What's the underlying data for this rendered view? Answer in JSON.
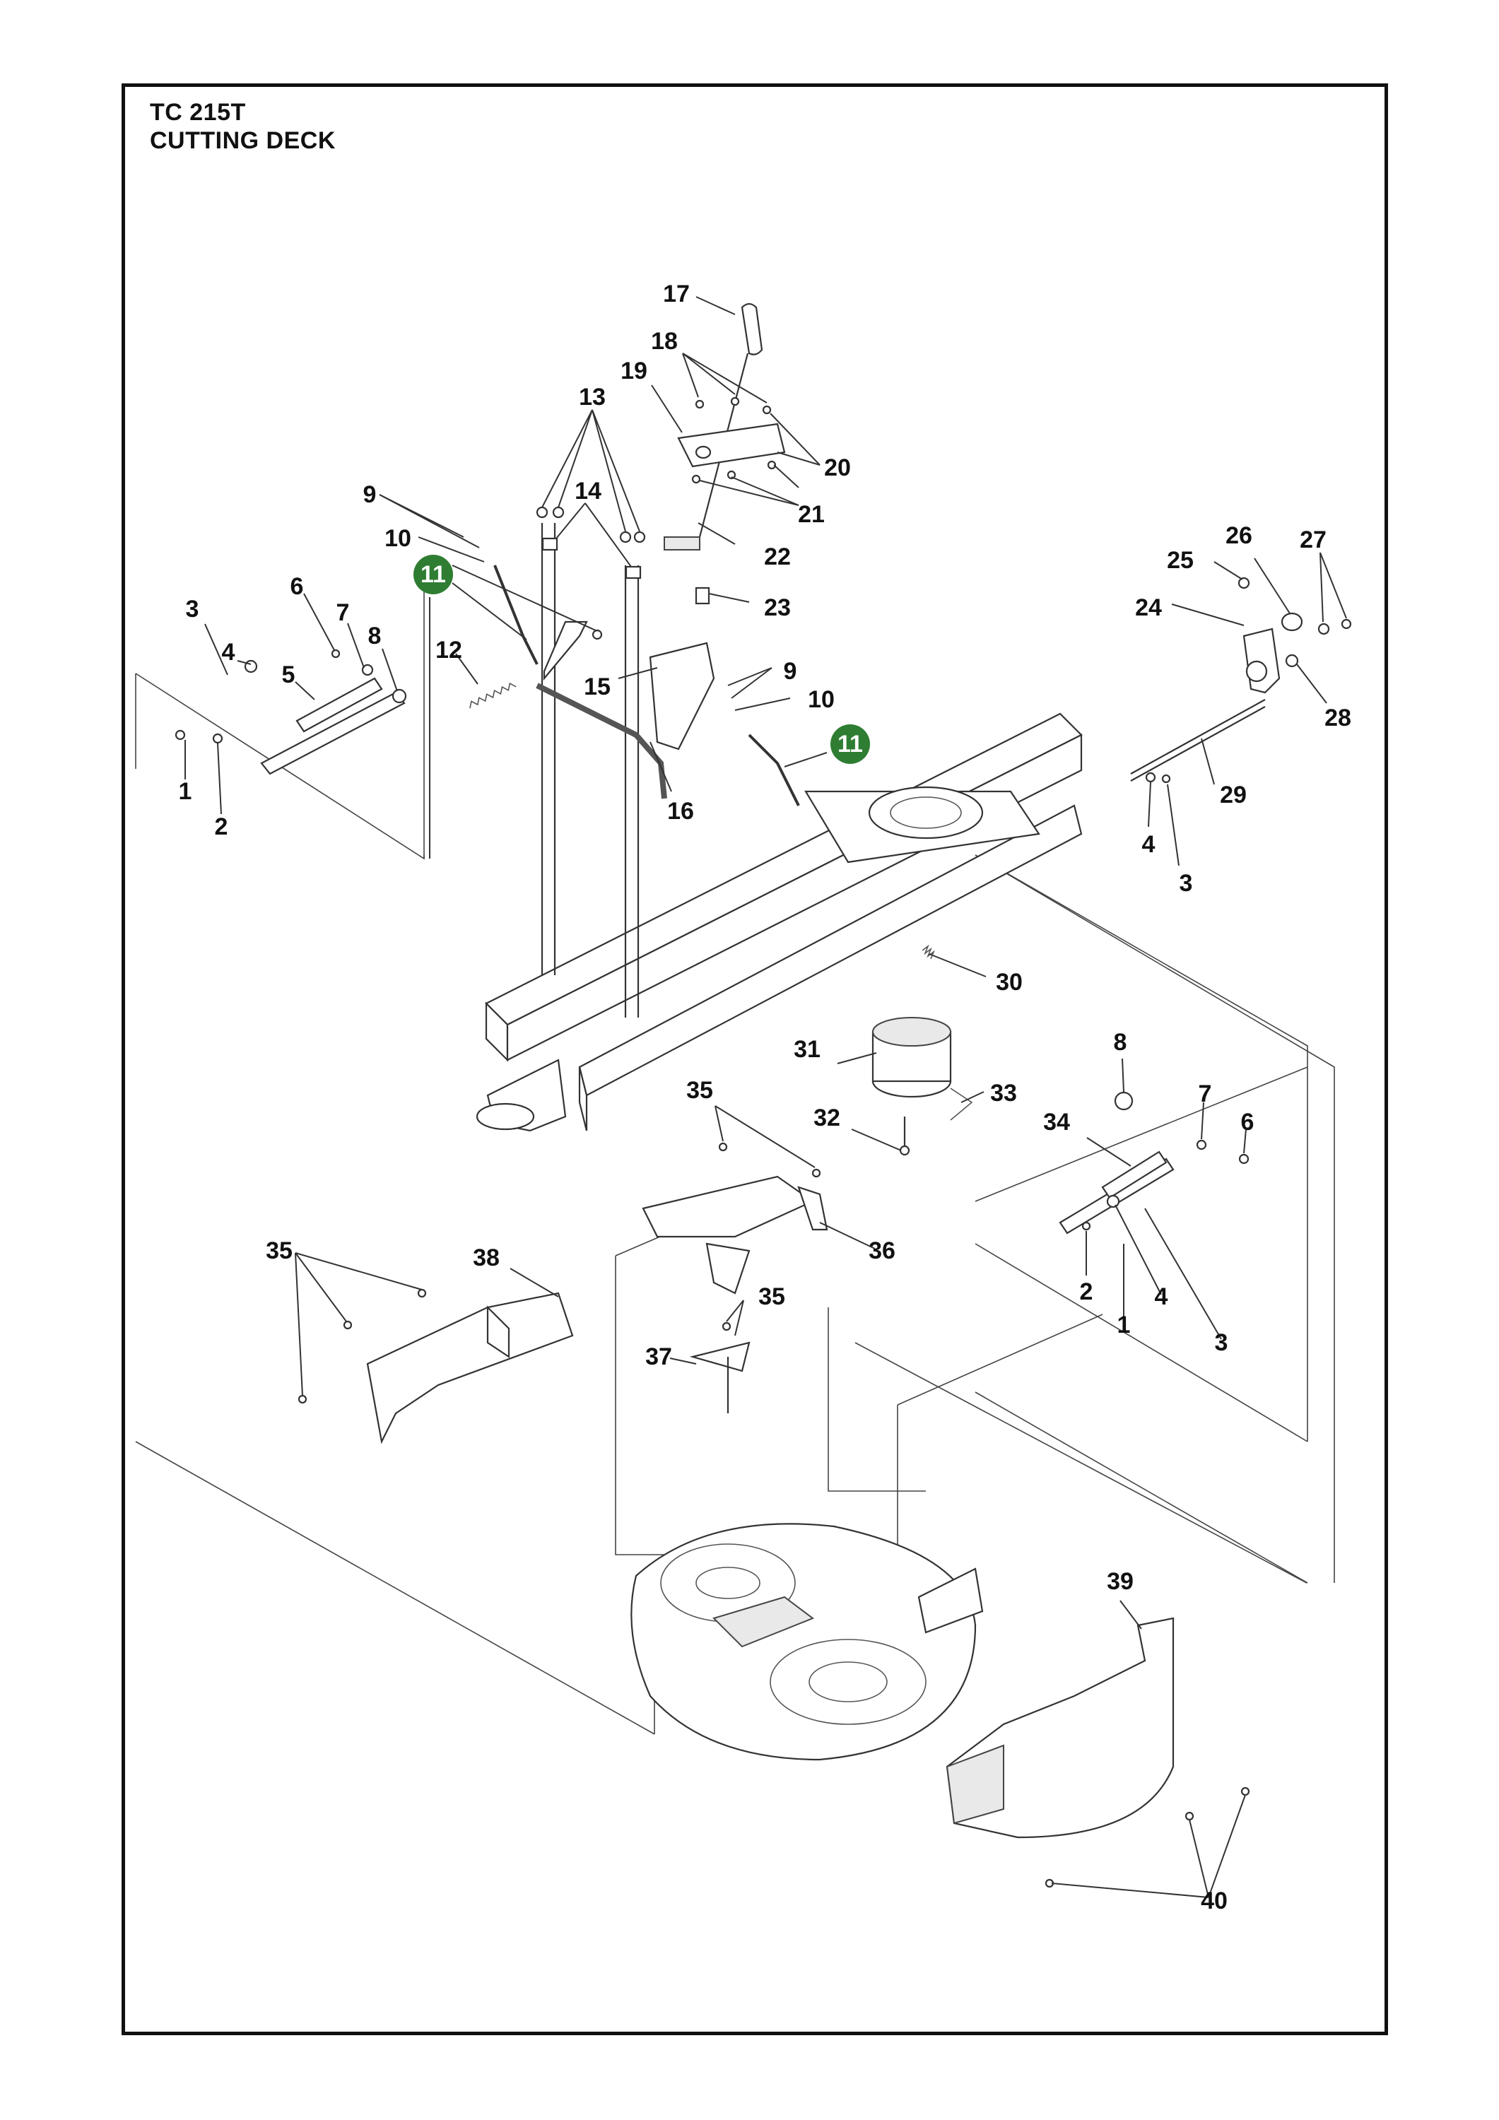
{
  "header": {
    "model": "TC 215T",
    "section": "CUTTING DECK"
  },
  "colors": {
    "frame": "#111111",
    "highlight_badge": "#2e7d32",
    "line": "#333333"
  },
  "callouts": [
    {
      "id": "c1a",
      "text": "1"
    },
    {
      "id": "c2a",
      "text": "2"
    },
    {
      "id": "c3a",
      "text": "3"
    },
    {
      "id": "c4a",
      "text": "4"
    },
    {
      "id": "c5",
      "text": "5"
    },
    {
      "id": "c6a",
      "text": "6"
    },
    {
      "id": "c7a",
      "text": "7"
    },
    {
      "id": "c8a",
      "text": "8"
    },
    {
      "id": "c9a",
      "text": "9"
    },
    {
      "id": "c10a",
      "text": "10"
    },
    {
      "id": "c11a",
      "text": "11",
      "highlight": true
    },
    {
      "id": "c12",
      "text": "12"
    },
    {
      "id": "c13",
      "text": "13"
    },
    {
      "id": "c14",
      "text": "14"
    },
    {
      "id": "c15",
      "text": "15"
    },
    {
      "id": "c16",
      "text": "16"
    },
    {
      "id": "c17",
      "text": "17"
    },
    {
      "id": "c18",
      "text": "18"
    },
    {
      "id": "c19",
      "text": "19"
    },
    {
      "id": "c20",
      "text": "20"
    },
    {
      "id": "c21",
      "text": "21"
    },
    {
      "id": "c22",
      "text": "22"
    },
    {
      "id": "c23",
      "text": "23"
    },
    {
      "id": "c9b",
      "text": "9"
    },
    {
      "id": "c10b",
      "text": "10"
    },
    {
      "id": "c11b",
      "text": "11",
      "highlight": true
    },
    {
      "id": "c24",
      "text": "24"
    },
    {
      "id": "c25",
      "text": "25"
    },
    {
      "id": "c26",
      "text": "26"
    },
    {
      "id": "c27",
      "text": "27"
    },
    {
      "id": "c28",
      "text": "28"
    },
    {
      "id": "c29",
      "text": "29"
    },
    {
      "id": "c4b",
      "text": "4"
    },
    {
      "id": "c3b",
      "text": "3"
    },
    {
      "id": "c30",
      "text": "30"
    },
    {
      "id": "c31",
      "text": "31"
    },
    {
      "id": "c32",
      "text": "32"
    },
    {
      "id": "c33",
      "text": "33"
    },
    {
      "id": "c35a",
      "text": "35"
    },
    {
      "id": "c8b",
      "text": "8"
    },
    {
      "id": "c7b",
      "text": "7"
    },
    {
      "id": "c6b",
      "text": "6"
    },
    {
      "id": "c34",
      "text": "34"
    },
    {
      "id": "c36",
      "text": "36"
    },
    {
      "id": "c35b",
      "text": "35"
    },
    {
      "id": "c38",
      "text": "38"
    },
    {
      "id": "c35c",
      "text": "35"
    },
    {
      "id": "c37",
      "text": "37"
    },
    {
      "id": "c2b",
      "text": "2"
    },
    {
      "id": "c4c",
      "text": "4"
    },
    {
      "id": "c1b",
      "text": "1"
    },
    {
      "id": "c3c",
      "text": "3"
    },
    {
      "id": "c39",
      "text": "39"
    },
    {
      "id": "c40",
      "text": "40"
    }
  ]
}
